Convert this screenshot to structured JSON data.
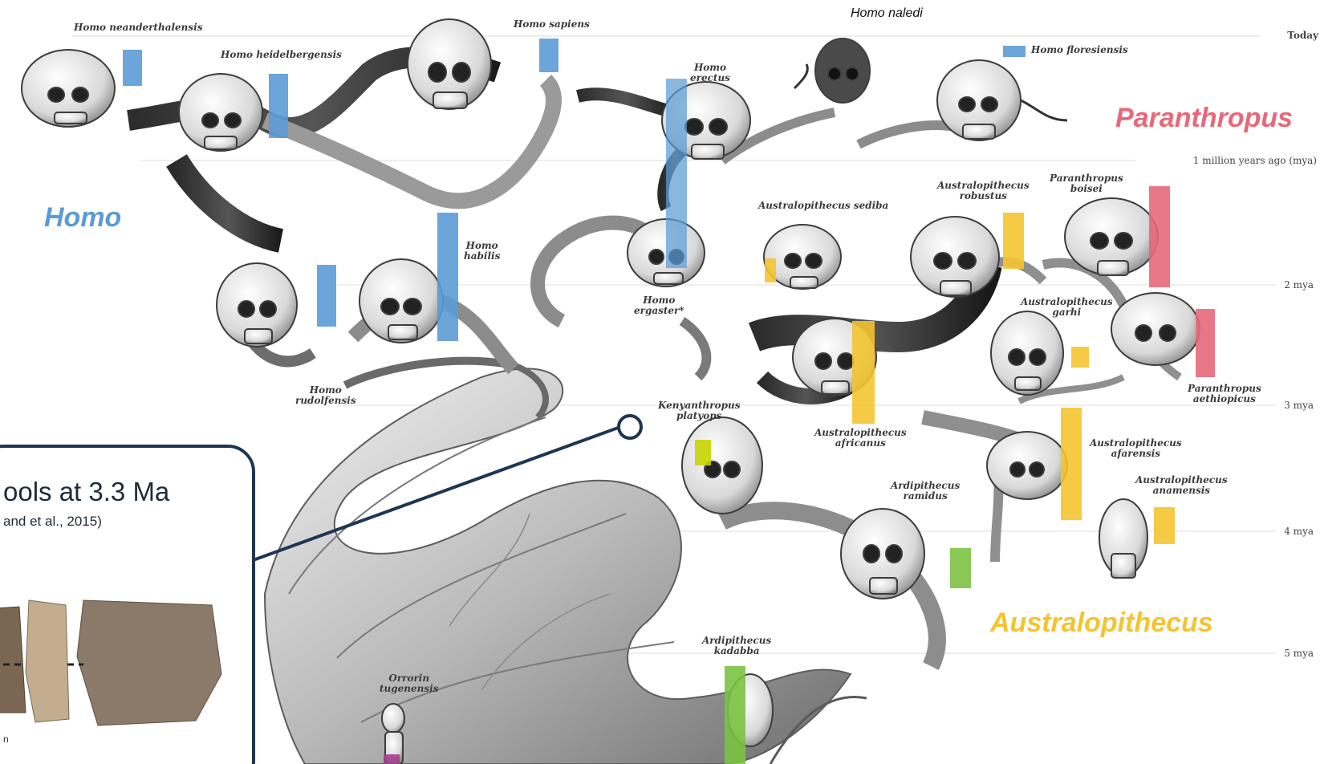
{
  "timeline": [
    {
      "label": "Today"
    },
    {
      "label": "1 million years ago (mya)"
    },
    {
      "label": "2 mya"
    },
    {
      "label": "3 mya"
    },
    {
      "label": "4 mya"
    },
    {
      "label": "5 mya"
    }
  ],
  "genera": {
    "homo": "Homo",
    "paranthropus": "Paranthropus",
    "australopithecus": "Australopithecus"
  },
  "species": {
    "neanderthalensis": "Homo neanderthalensis",
    "heidelbergensis": "Homo heidelbergensis",
    "sapiens": "Homo sapiens",
    "naledi": "Homo naledi",
    "floresiensis": "Homo floresiensis",
    "erectus": "Homo\nerectus",
    "habilis": "Homo\nhabilis",
    "rudolfensis": "Homo\nrudolfensis",
    "ergaster": "Homo\nergaster*",
    "sediba": "Australopithecus sediba",
    "robustus": "Australopithecus\nrobustus",
    "boisei": "Paranthropus\nboisei",
    "garhi": "Australopithecus\ngarhi",
    "aethiopicus": "Paranthropus\naethiopicus",
    "africanus": "Australopithecus\nafricanus",
    "afarensis": "Australopithecus\nafarensis",
    "anamensis": "Australopithecus\nanamensis",
    "platyops": "Kenyanthropus\nplatyops",
    "ramidus": "Ardipithecus\nramidus",
    "kadabba": "Ardipithecus\nkadabba",
    "tugenensis": "Orrorin\ntugenensis"
  },
  "inset": {
    "title": "ools at 3.3 Ma",
    "subtitle": "and et al., 2015)",
    "footnote": "n"
  },
  "colors": {
    "homo": "#5b9bd5",
    "paranthropus": "#e8687a",
    "australopithecus": "#f4c430",
    "ardipithecus": "#7dc242",
    "kenyanthropus": "#c8d400",
    "orrorin": "#a0418a",
    "inset_border": "#1f3553"
  }
}
